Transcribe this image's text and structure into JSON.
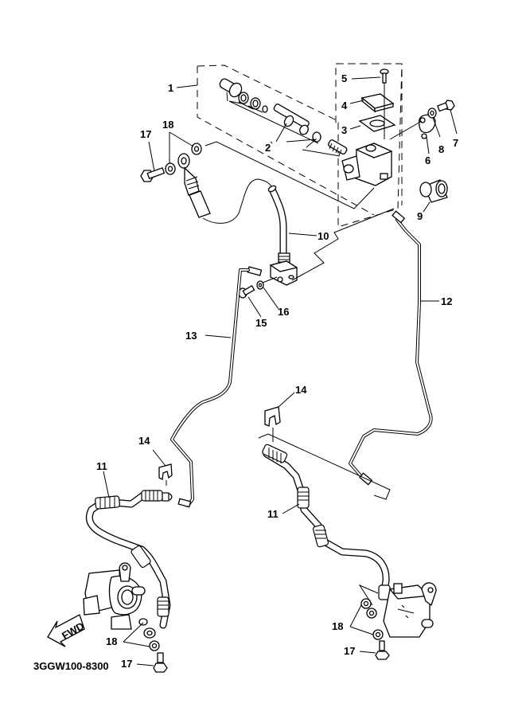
{
  "diagram": {
    "type": "exploded-parts-diagram",
    "subject": "Brake master cylinder, brake hoses and pipes, caliper mounting",
    "code": "3GGW100-8300",
    "fwd_label": "FWD",
    "callouts": [
      {
        "id": "c1",
        "number": "1",
        "part": "master cylinder kit (parts group)"
      },
      {
        "id": "c2",
        "number": "2",
        "part": "piston / spring set"
      },
      {
        "id": "c3",
        "number": "3",
        "part": "reservoir diaphragm"
      },
      {
        "id": "c4",
        "number": "4",
        "part": "reservoir cap"
      },
      {
        "id": "c5",
        "number": "5",
        "part": "cap screw"
      },
      {
        "id": "c6",
        "number": "6",
        "part": "holder bracket"
      },
      {
        "id": "c7",
        "number": "7",
        "part": "bolt"
      },
      {
        "id": "c8",
        "number": "8",
        "part": "washer"
      },
      {
        "id": "c9",
        "number": "9",
        "part": "collar"
      },
      {
        "id": "c10",
        "number": "10",
        "part": "brake hose with joint"
      },
      {
        "id": "c11a",
        "number": "11",
        "part": "brake hose (left)"
      },
      {
        "id": "c11b",
        "number": "11",
        "part": "brake hose (right)"
      },
      {
        "id": "c12",
        "number": "12",
        "part": "brake pipe (right)"
      },
      {
        "id": "c13",
        "number": "13",
        "part": "brake pipe (left)"
      },
      {
        "id": "c14a",
        "number": "14",
        "part": "hose clip (left)"
      },
      {
        "id": "c14b",
        "number": "14",
        "part": "hose clip (right)"
      },
      {
        "id": "c15",
        "number": "15",
        "part": "bolt"
      },
      {
        "id": "c16",
        "number": "16",
        "part": "washer"
      },
      {
        "id": "c17a",
        "number": "17",
        "part": "union bolt (master cylinder)"
      },
      {
        "id": "c17b",
        "number": "17",
        "part": "union bolt (left caliper)"
      },
      {
        "id": "c17c",
        "number": "17",
        "part": "union bolt (right caliper)"
      },
      {
        "id": "c18a",
        "number": "18",
        "part": "copper washers (master cylinder)"
      },
      {
        "id": "c18b",
        "number": "18",
        "part": "copper washers (left caliper)"
      },
      {
        "id": "c18c",
        "number": "18",
        "part": "copper washers (right caliper)"
      }
    ]
  }
}
